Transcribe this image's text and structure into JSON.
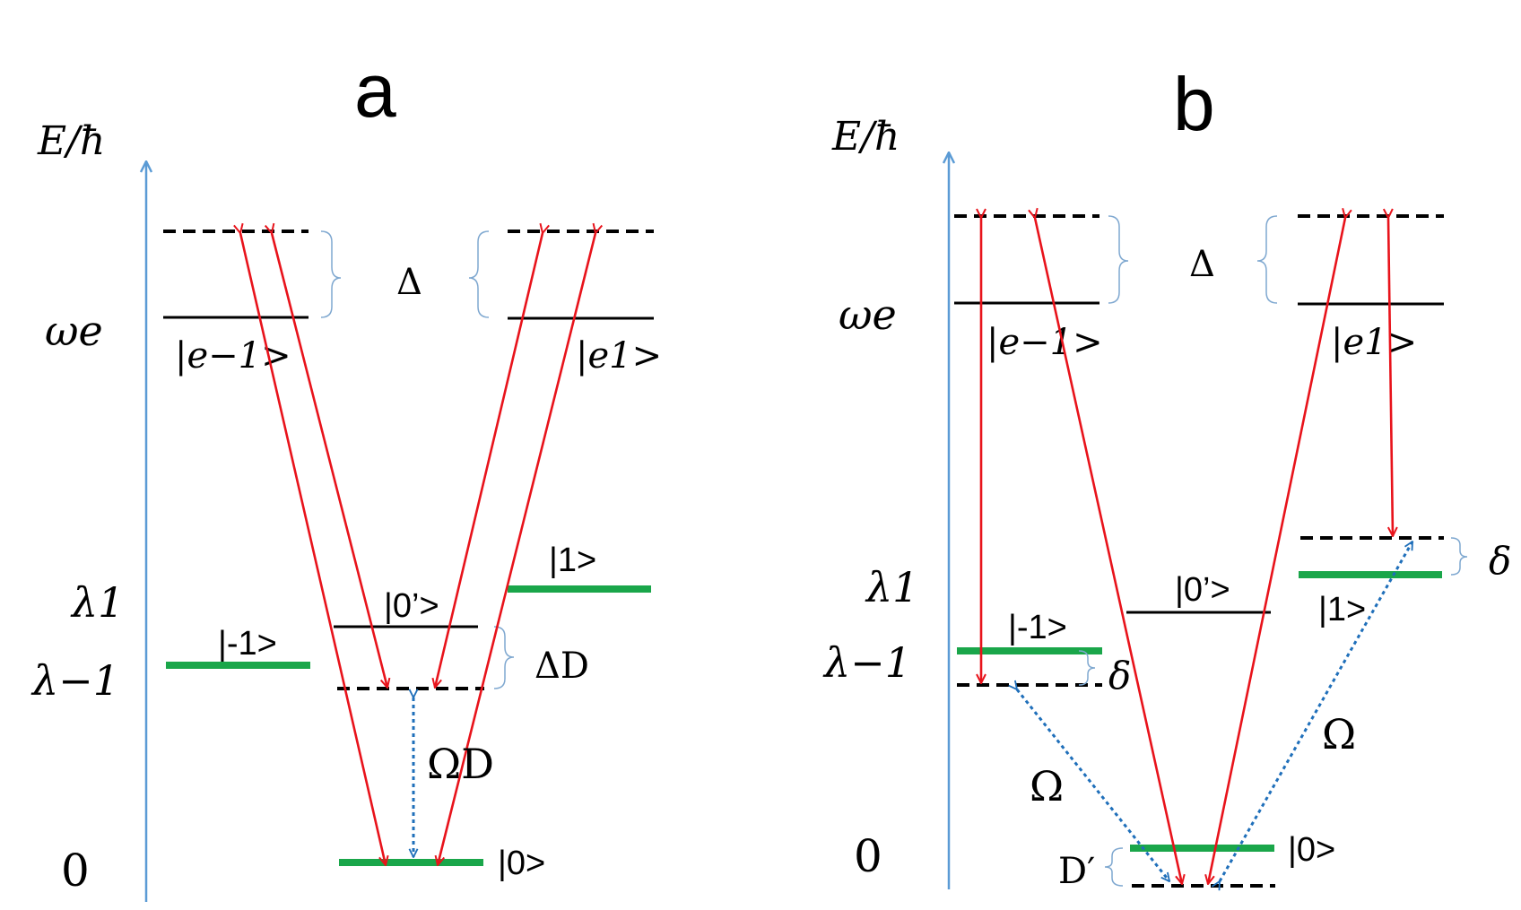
{
  "panel_a": {
    "title": "a",
    "energy_axis_label": "E/ħ",
    "level_labels": {
      "omega_e": "ωe",
      "lambda_1": "λ1",
      "lambda_m1": "λ−1",
      "zero": "0"
    },
    "state_labels": {
      "e_m1": "|e−1>",
      "e_1": "|e1>",
      "one": "|1>",
      "zero_prime": "|0’>",
      "minus_one": "|-1>",
      "zero": "|0>"
    },
    "detuning_labels": {
      "Delta": "Δ",
      "Delta_D": "ΔD"
    },
    "coupling_label": "ΩD"
  },
  "panel_b": {
    "title": "b",
    "energy_axis_label": "E/ħ",
    "level_labels": {
      "omega_e": "ωe",
      "lambda_1": "λ1",
      "lambda_m1": "λ−1",
      "zero": "0"
    },
    "state_labels": {
      "e_m1": "|e−1>",
      "e_1": "|e1>",
      "zero_prime": "|0’>",
      "minus_one": "|-1>",
      "one": "|1>",
      "zero": "|0>"
    },
    "detuning_labels": {
      "Delta": "Δ",
      "delta_left": "δ",
      "delta_right": "δ",
      "D_prime": "D′"
    },
    "coupling_left": "Ω",
    "coupling_right": "Ω"
  },
  "colors": {
    "axis": "#5b9bd5",
    "arrow_red": "#e8131b",
    "state_green": "#1aa64a",
    "coupling_blue": "#1f6fba",
    "brace": "#7fa8d0",
    "text": "#000000"
  }
}
